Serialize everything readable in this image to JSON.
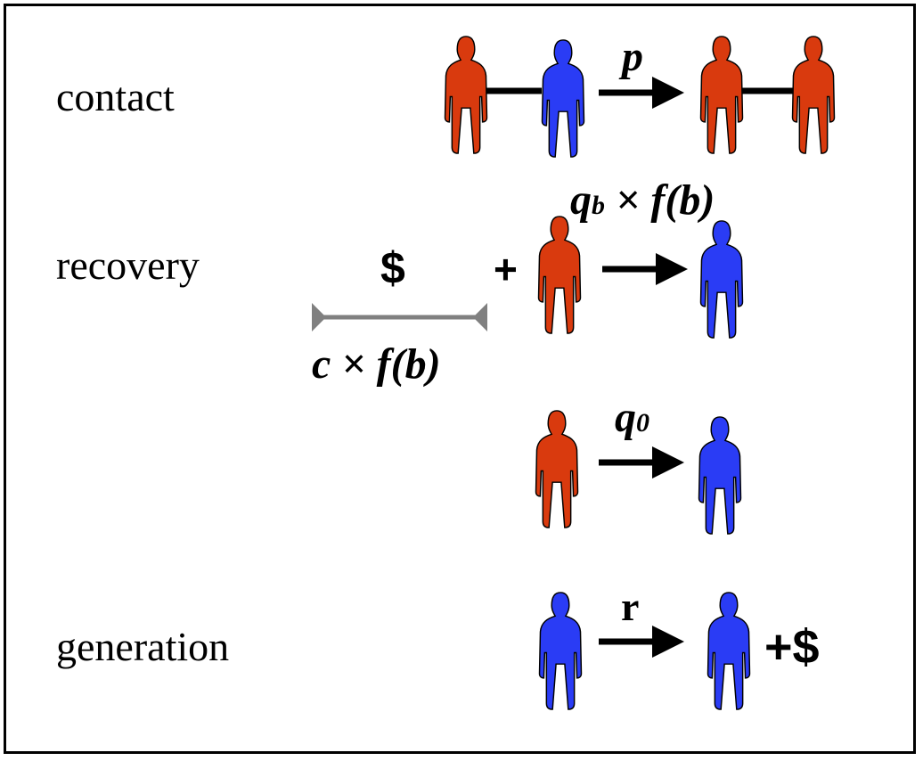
{
  "labels": {
    "contact": "contact",
    "recovery": "recovery",
    "generation": "generation"
  },
  "rates": {
    "p": "p",
    "qb_q": "q",
    "qb_sub": "b",
    "qb_rest": " × f(b)",
    "q0_q": "q",
    "q0_sub": "0",
    "r": "r"
  },
  "cost": {
    "dollar": "$",
    "expr": "c × f(b)"
  },
  "symbols": {
    "plus": "+",
    "plus_dollar": "+$"
  },
  "colors": {
    "infected": "#d93a0e",
    "susceptible": "#2a3cf5",
    "bar": "#808080"
  }
}
